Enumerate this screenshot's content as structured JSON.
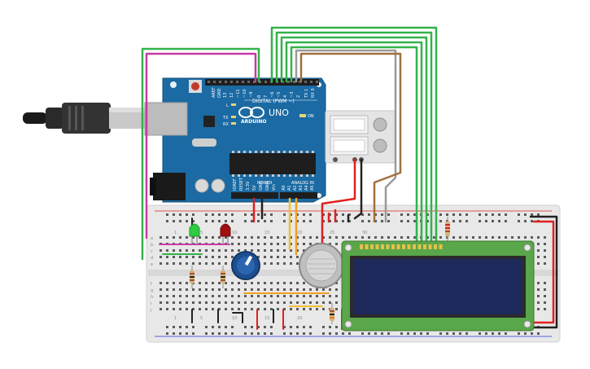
{
  "arduino": {
    "brand": "ARDUINO",
    "model": "UNO",
    "digital_label": "DIGITAL (PWM ~)",
    "power_label": "POWER",
    "analog_label": "ANALOG IN",
    "on_label": "ON",
    "tx_label": "TX",
    "rx_label": "RX",
    "l_label": "L",
    "aref_label": "AREF",
    "gnd_label": "GND",
    "digital_pins": [
      "13",
      "12",
      "~11",
      "~10",
      "~9",
      "8",
      "7",
      "~6",
      "~5",
      "4",
      "~3",
      "2",
      "TX 1",
      "RX 0"
    ],
    "power_pins": [
      "IOREF",
      "RESET",
      "3.3V",
      "5V",
      "GND",
      "GND",
      "Vin"
    ],
    "analog_pins": [
      "A0",
      "A1",
      "A2",
      "A3",
      "A4",
      "A5"
    ]
  },
  "breadboard": {
    "row_letters": [
      "a",
      "b",
      "c",
      "d",
      "e",
      "f",
      "g",
      "h",
      "i",
      "j"
    ],
    "col_numbers": [
      "1",
      "5",
      "10",
      "15",
      "20",
      "25",
      "30"
    ]
  },
  "colors": {
    "board": "#1b6aa3",
    "breadboard": "#e6e6e6",
    "lcd_pcb": "#5aa64a",
    "lcd_screen": "#1e2a5c",
    "wire_green": "#33b24a",
    "wire_magenta": "#c83aa5",
    "wire_brown": "#a0703c",
    "wire_gray": "#9a9a9a",
    "wire_red": "#e02020",
    "wire_black": "#222222",
    "wire_orange": "#f0a020",
    "wire_yellow": "#f0c030"
  }
}
